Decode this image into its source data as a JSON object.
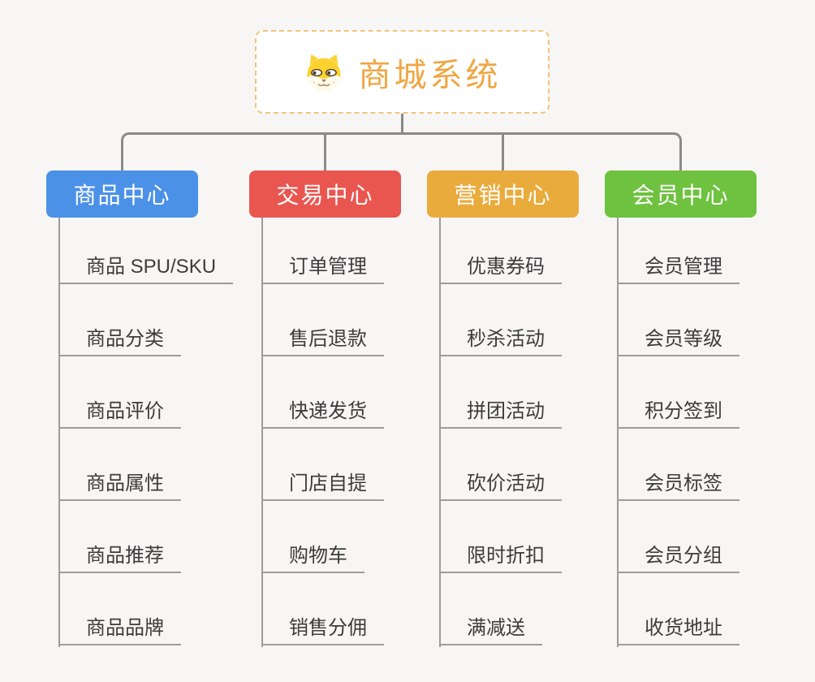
{
  "colors": {
    "background": "#f7f6f4",
    "connector": "#8a8a8a",
    "item_line": "#9c9c9c"
  },
  "root": {
    "title": "商城系统",
    "icon": "dog-face-icon",
    "text_color": "#f0a642",
    "border_color": "#f1c47c"
  },
  "branches": [
    {
      "label": "商品中心",
      "color": "#4b91e8",
      "items": [
        "商品 SPU/SKU",
        "商品分类",
        "商品评价",
        "商品属性",
        "商品推荐",
        "商品品牌"
      ]
    },
    {
      "label": "交易中心",
      "color": "#e9564f",
      "items": [
        "订单管理",
        "售后退款",
        "快递发货",
        "门店自提",
        "购物车",
        "销售分佣"
      ]
    },
    {
      "label": "营销中心",
      "color": "#eaab3d",
      "items": [
        "优惠券码",
        "秒杀活动",
        "拼团活动",
        "砍价活动",
        "限时折扣",
        "满减送"
      ]
    },
    {
      "label": "会员中心",
      "color": "#6ec23f",
      "items": [
        "会员管理",
        "会员等级",
        "积分签到",
        "会员标签",
        "会员分组",
        "收货地址"
      ]
    }
  ]
}
